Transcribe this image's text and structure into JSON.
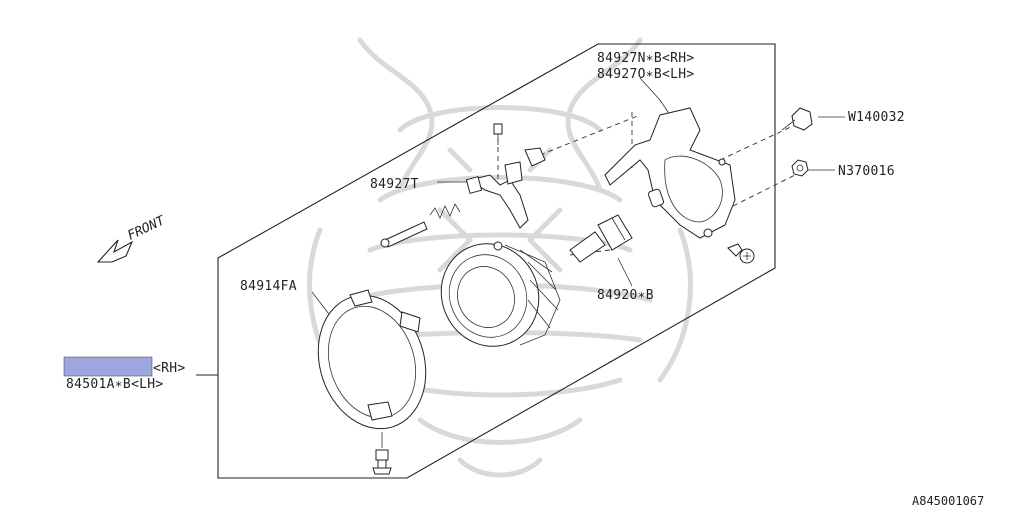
{
  "labels": {
    "bracket_rh": "84927N∗B<RH>",
    "bracket_lh": "84927O∗B<LH>",
    "screw": "W140032",
    "nut": "N370016",
    "adjuster": "84927T",
    "bezel": "84914FA",
    "bulb": "84920∗B",
    "assy_rh": "<RH>",
    "assy_lh": "84501A∗B<LH>",
    "front": "FRONT",
    "figure_id": "A845001067"
  },
  "highlight_color": "#9ea6e0"
}
